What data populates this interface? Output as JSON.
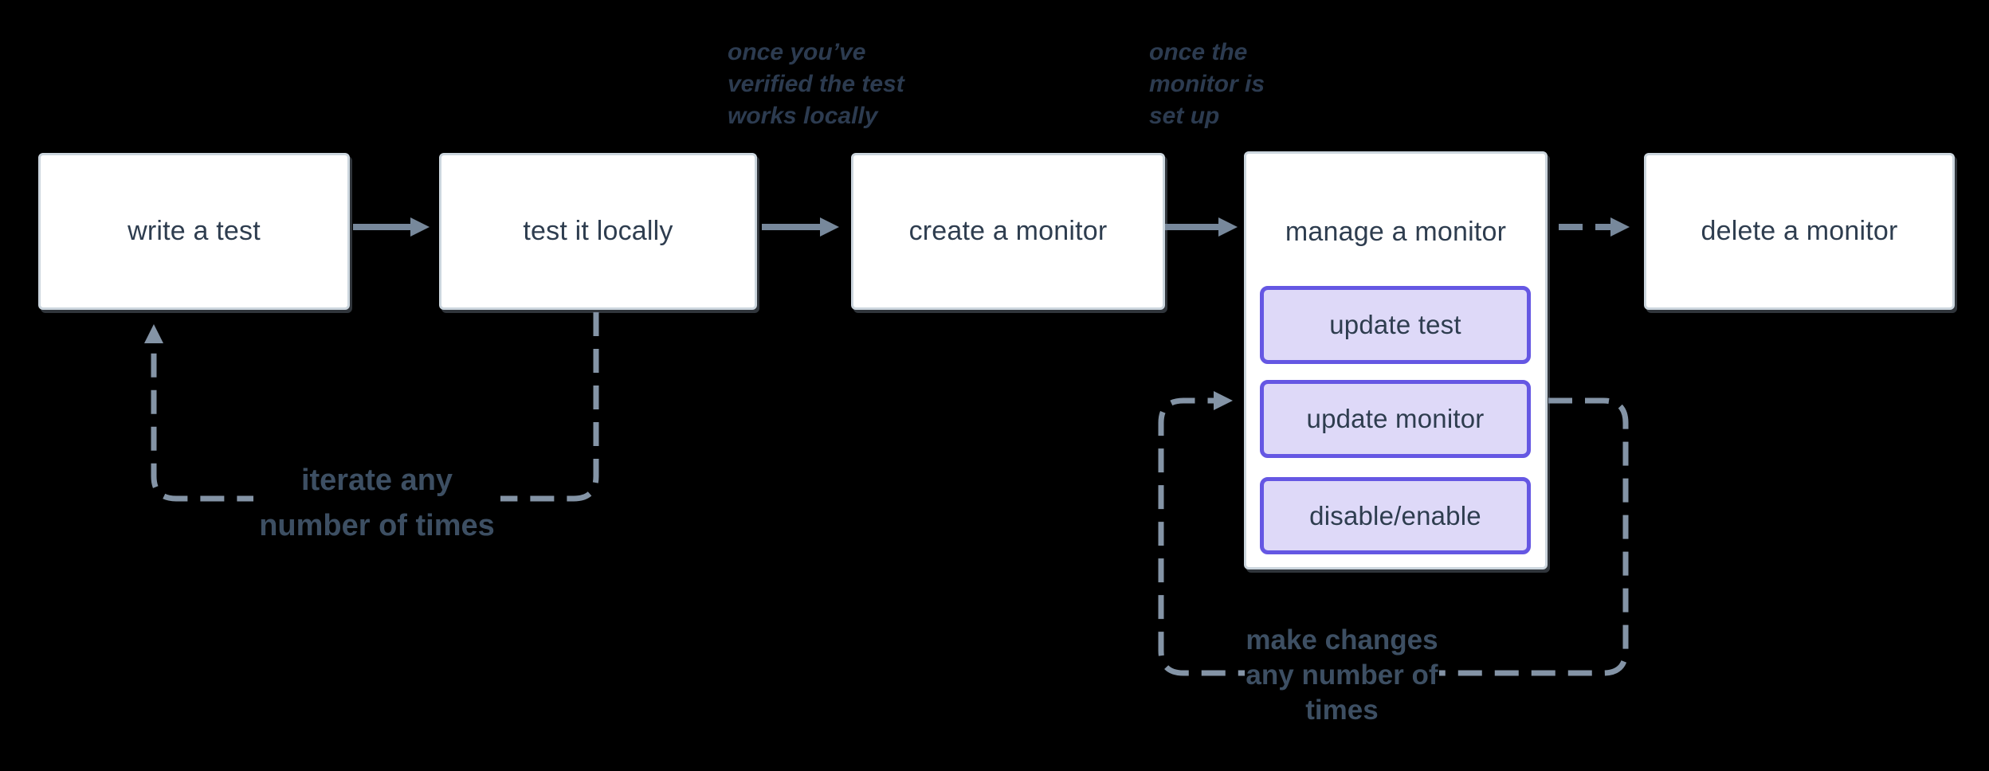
{
  "diagram": {
    "type": "flowchart",
    "nodes": {
      "write_test": {
        "label": "write a test"
      },
      "test_locally": {
        "label": "test it locally"
      },
      "create_monitor": {
        "label": "create a monitor"
      },
      "manage_monitor": {
        "label": "manage a monitor",
        "actions": {
          "update_test": "update test",
          "update_monitor": "update monitor",
          "disable_enable": "disable/enable"
        }
      },
      "delete_monitor": {
        "label": "delete a monitor"
      }
    },
    "annotations": {
      "once_verified": {
        "line1": "once you’ve",
        "line2": "verified the test",
        "line3": "works locally"
      },
      "once_setup": {
        "line1": "once the",
        "line2": "monitor is",
        "line3": "set up"
      }
    },
    "loop_labels": {
      "iterate": {
        "line1": "iterate any",
        "line2": "number of times"
      },
      "make_changes": {
        "line1": "make changes",
        "line2": "any number of",
        "line3": "times"
      }
    },
    "colors": {
      "background": "#000000",
      "node_fill": "#ffffff",
      "node_border": "#ccd6de",
      "node_text": "#2e3d4f",
      "action_fill": "#ded9f8",
      "action_border": "#6557e3",
      "solid_arrow": "#77889b",
      "dashed_loop": "#8494a6",
      "annotation_text": "#2c3b50",
      "loop_label_text": "#3d4f63"
    }
  }
}
